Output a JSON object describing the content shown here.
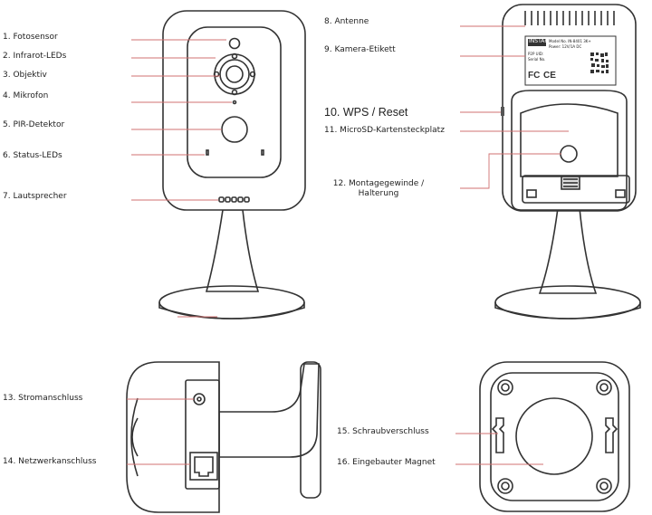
{
  "labels": {
    "l1": "1. Fotosensor",
    "l2": "2. Infrarot-LEDs",
    "l3": "3. Objektiv",
    "l4": "4. Mikrofon",
    "l5": "5. PIR-Detektor",
    "l6": "6. Status-LEDs",
    "l7": "7. Lautsprecher",
    "l8": "8. Antenne",
    "l9": "9. Kamera-Etikett",
    "l10": "10. WPS / Reset",
    "l11": "11. MicroSD-Kartensteckplatz",
    "l12a": "12. Montagegewinde /",
    "l12b": "Halterung",
    "l13": "13. Stromanschluss",
    "l14": "14. Netzwerkanschluss",
    "l15": "15. Schraubverschluss",
    "l16": "16. Eingebauter Magnet"
  },
  "product_label": {
    "brand": "INSTAR",
    "lines": [
      "Model No. IN-8401 3K+",
      "Power: 12V/1A  DC",
      "P2P UID:",
      "Serial No."
    ]
  },
  "colors": {
    "line": "#333333",
    "leader": "#d07070",
    "fill": "#ffffff",
    "dark": "#555555"
  }
}
